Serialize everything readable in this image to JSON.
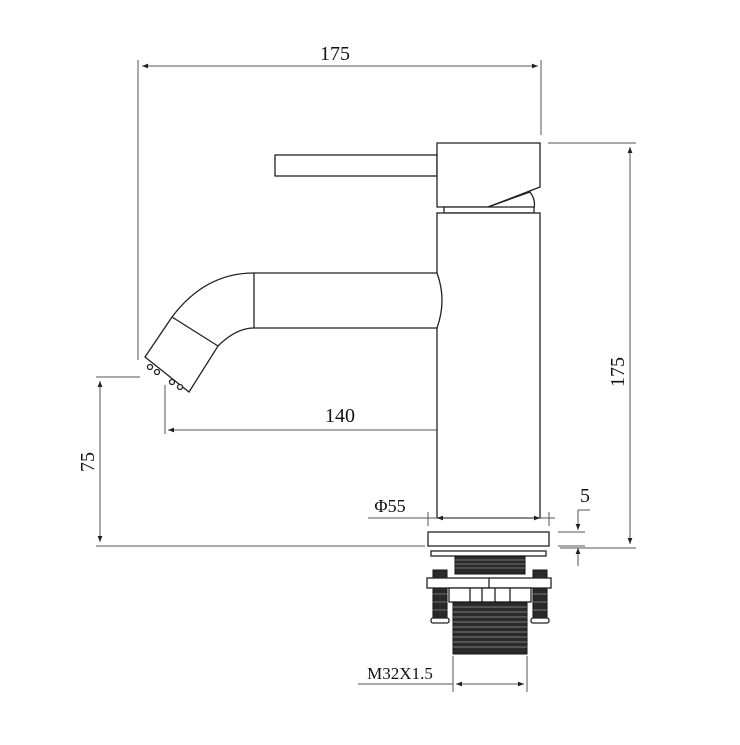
{
  "drawing": {
    "subject": "Basin mixer tap - side elevation technical drawing",
    "units": "mm",
    "line_color": "#222222",
    "background": "#ffffff"
  },
  "dimensions": {
    "overall_width": "175",
    "overall_height": "175",
    "spout_reach": "140",
    "spout_height": "75",
    "base_diameter": "Φ55",
    "base_thickness": "5",
    "thread_spec": "M32X1.5"
  }
}
